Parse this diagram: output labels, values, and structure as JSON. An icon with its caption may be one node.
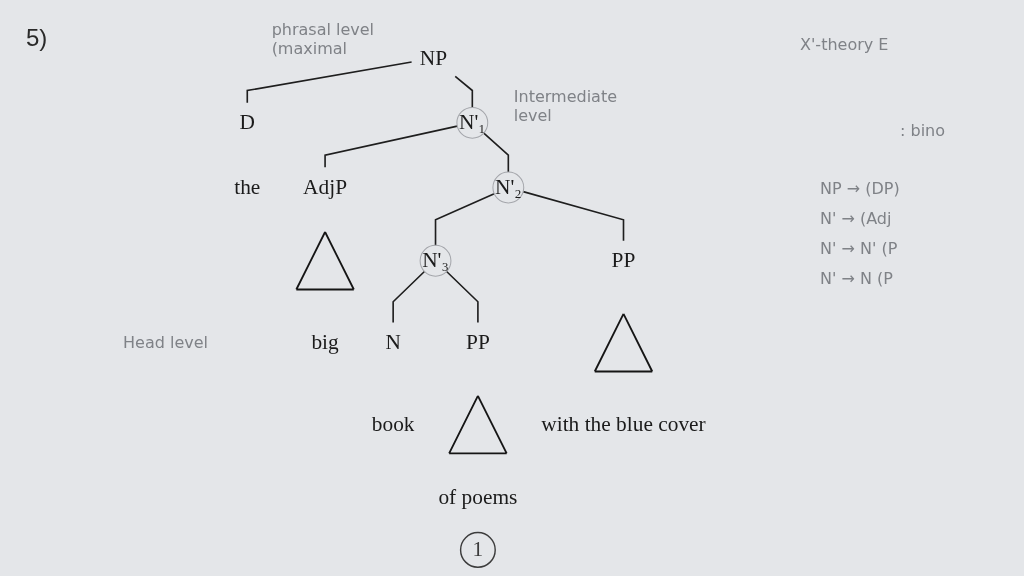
{
  "diagram": {
    "nodes": [
      {
        "text": [
          "NP"
        ]
      },
      {
        "text": [
          "D"
        ]
      },
      {
        "text": [
          "the"
        ]
      },
      {
        "text": [
          "N'₁"
        ]
      },
      {
        "text": [
          "AdjP"
        ]
      },
      {
        "text": [],
        "shape": "triangle"
      },
      {
        "text": [
          "big"
        ]
      },
      {
        "text": [
          "N'₂"
        ]
      },
      {
        "text": [
          "N'₃"
        ]
      },
      {
        "text": [
          "N"
        ]
      },
      {
        "text": [
          "book"
        ]
      },
      {
        "text": [
          "PP"
        ]
      },
      {
        "text": [],
        "shape": "triangle"
      },
      {
        "text": [
          "of poems"
        ]
      },
      {
        "text": [
          "PP"
        ]
      },
      {
        "text": [],
        "shape": "triangle"
      },
      {
        "text": [
          "with the blue cover"
        ]
      },
      {
        "text": [
          "1"
        ]
      }
    ],
    "edges": [
      {
        "from": 0,
        "to": 1,
        "arrow": "none"
      },
      {
        "from": 0,
        "to": 3,
        "arrow": "none"
      },
      {
        "from": 3,
        "to": 4,
        "arrow": "none"
      },
      {
        "from": 3,
        "to": 7,
        "arrow": "none"
      },
      {
        "from": 7,
        "to": 8,
        "arrow": "none"
      },
      {
        "from": 7,
        "to": 14,
        "arrow": "none"
      },
      {
        "from": 8,
        "to": 9,
        "arrow": "none"
      },
      {
        "from": 8,
        "to": 11,
        "arrow": "none"
      }
    ],
    "labels": [
      "5)",
      "phrasal level (maximal",
      "X'-theory E",
      "Intermediate level",
      ": bino",
      "NP → (DP)",
      "N' → (Adj",
      "N' → N' (P",
      "N' → N (P",
      "Head level"
    ]
  }
}
